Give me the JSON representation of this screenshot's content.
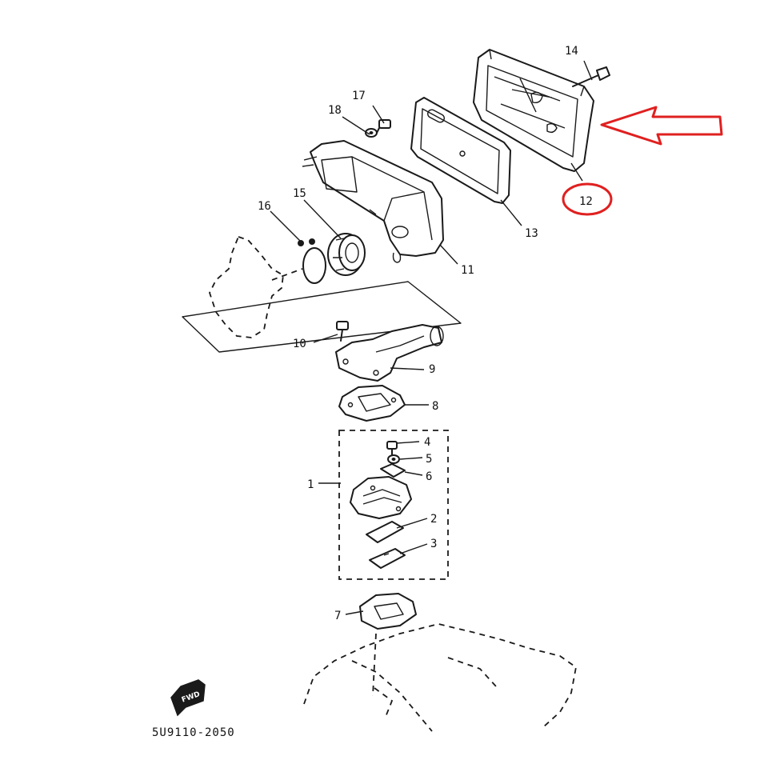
{
  "diagram": {
    "part_code": "5U9110-2050",
    "fwd_label": "FWD",
    "callouts": {
      "p1": "1",
      "p2": "2",
      "p3": "3",
      "p4": "4",
      "p5": "5",
      "p6": "6",
      "p7": "7",
      "p8": "8",
      "p9": "9",
      "p10": "10",
      "p11": "11",
      "p12": "12",
      "p13": "13",
      "p14": "14",
      "p15": "15",
      "p16": "16",
      "p17": "17",
      "p18": "18"
    },
    "highlight": {
      "part": "12",
      "color": "#e02020"
    },
    "icons": [
      "fwd-arrow-icon",
      "highlight-arrow-icon",
      "highlight-circle-icon"
    ]
  }
}
